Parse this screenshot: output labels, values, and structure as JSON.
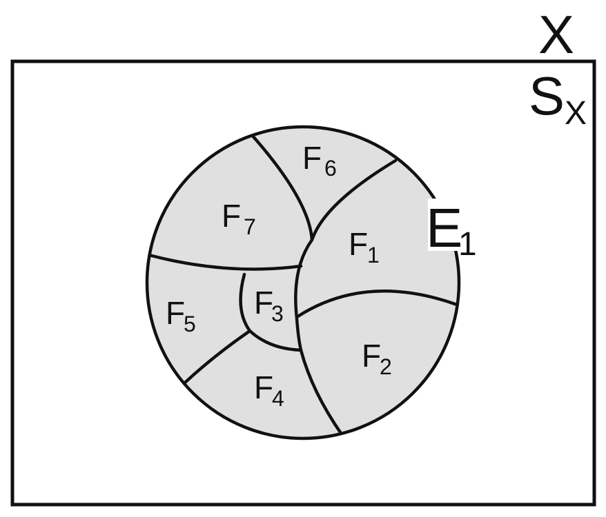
{
  "diagram": {
    "universe_label": "X",
    "sample_space": {
      "letter": "S",
      "subscript": "X"
    },
    "event": {
      "letter": "E",
      "subscript": "1"
    },
    "regions": [
      {
        "id": "f1",
        "letter": "F",
        "subscript": "1"
      },
      {
        "id": "f2",
        "letter": "F",
        "subscript": "2"
      },
      {
        "id": "f3",
        "letter": "F",
        "subscript": "3"
      },
      {
        "id": "f4",
        "letter": "F",
        "subscript": "4"
      },
      {
        "id": "f5",
        "letter": "F",
        "subscript": "5"
      },
      {
        "id": "f6",
        "letter": "F",
        "subscript": "6"
      },
      {
        "id": "f7",
        "letter": "F",
        "subscript": "7"
      }
    ]
  },
  "colors": {
    "region_fill": "#e0e0e0",
    "line": "#111111",
    "background": "#ffffff"
  }
}
